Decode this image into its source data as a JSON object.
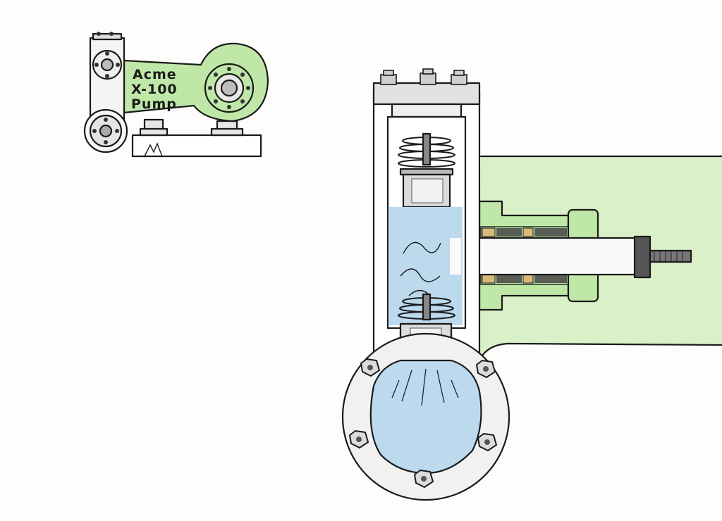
{
  "pump_label": {
    "line1": "Acme",
    "line2": "X-100",
    "line3": "Pump"
  },
  "colors": {
    "pump_green": "#bfe8a8",
    "light_green": "#d9f0c8",
    "water_blue": "#bcd9ee",
    "metal_grey": "#c9c9c9",
    "brass": "#d9b97a",
    "ink": "#1a1a1a",
    "paper": "#fdfdfb"
  },
  "icons": [
    "pump-overview-icon",
    "valve-spring-icon",
    "piston-icon",
    "bolt-icon",
    "packing-gland-icon"
  ]
}
